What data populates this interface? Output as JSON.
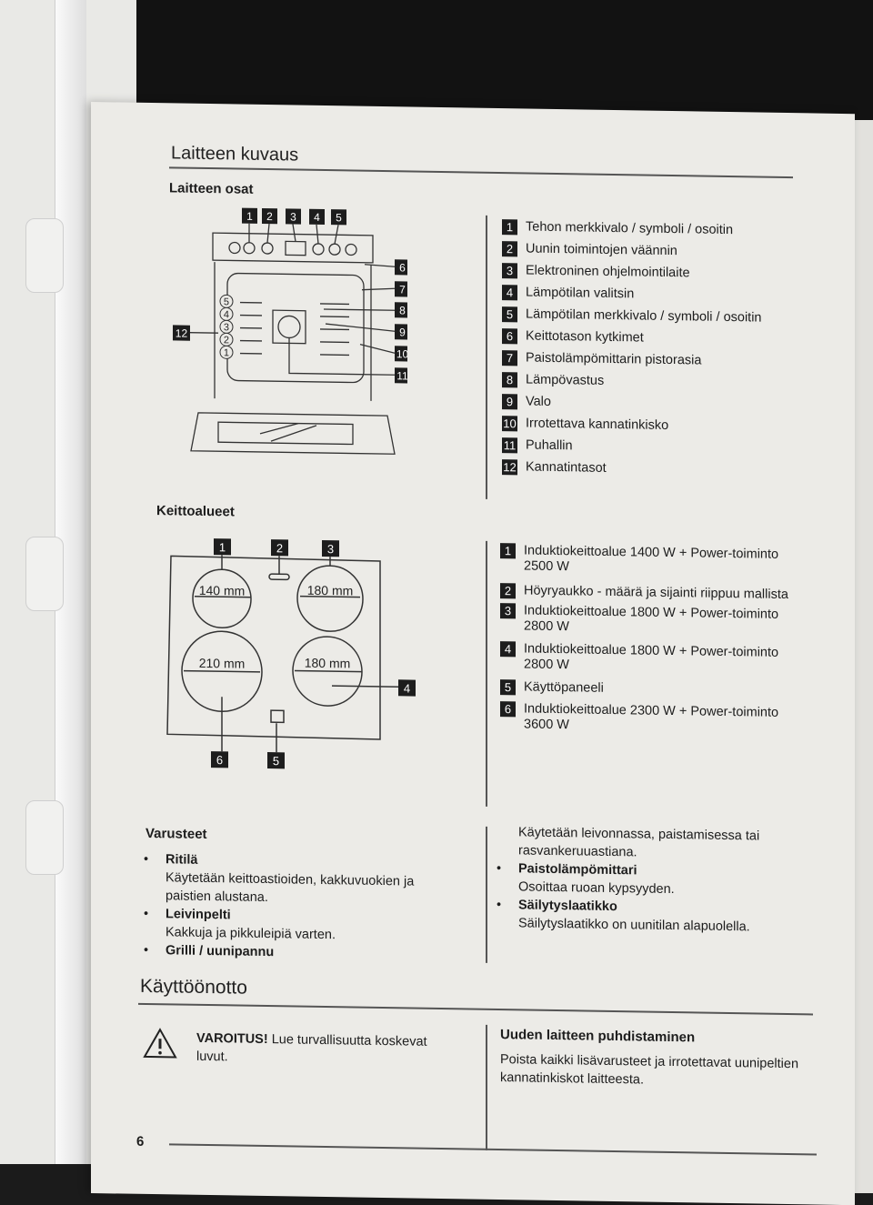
{
  "page_number": "6",
  "section_title": "Laitteen kuvaus",
  "parts": {
    "heading": "Laitteen osat",
    "diagram_markers": [
      "1",
      "2",
      "3",
      "4",
      "5",
      "6",
      "7",
      "8",
      "9",
      "10",
      "11",
      "12"
    ],
    "shelf_levels": [
      "5",
      "4",
      "3",
      "2",
      "1"
    ],
    "items": [
      {
        "num": "1",
        "text": "Tehon merkkivalo / symboli / osoitin"
      },
      {
        "num": "2",
        "text": "Uunin toimintojen väännin"
      },
      {
        "num": "3",
        "text": "Elektroninen ohjelmointilaite"
      },
      {
        "num": "4",
        "text": "Lämpötilan valitsin"
      },
      {
        "num": "5",
        "text": "Lämpötilan merkkivalo / symboli / osoitin"
      },
      {
        "num": "6",
        "text": "Keittotason kytkimet"
      },
      {
        "num": "7",
        "text": "Paistolämpömittarin pistorasia"
      },
      {
        "num": "8",
        "text": "Lämpövastus"
      },
      {
        "num": "9",
        "text": "Valo"
      },
      {
        "num": "10",
        "text": "Irrotettava kannatinkisko"
      },
      {
        "num": "11",
        "text": "Puhallin"
      },
      {
        "num": "12",
        "text": "Kannatintasot"
      }
    ]
  },
  "zones": {
    "heading": "Keittoalueet",
    "diagram_markers": [
      "1",
      "2",
      "3",
      "4",
      "5",
      "6"
    ],
    "zone_labels": [
      "140 mm",
      "180 mm",
      "210 mm",
      "180 mm"
    ],
    "items": [
      {
        "num": "1",
        "text": "Induktiokeittoalue 1400 W + Power-toiminto 2500 W"
      },
      {
        "num": "2",
        "text": "Höyryaukko - määrä ja sijainti riippuu mallista"
      },
      {
        "num": "3",
        "text": "Induktiokeittoalue 1800 W + Power-toiminto 2800 W"
      },
      {
        "num": "4",
        "text": "Induktiokeittoalue 1800 W + Power-toiminto 2800 W"
      },
      {
        "num": "5",
        "text": "Käyttöpaneeli"
      },
      {
        "num": "6",
        "text": "Induktiokeittoalue 2300 W + Power-toiminto 3600 W"
      }
    ]
  },
  "accessories": {
    "heading": "Varusteet",
    "items": [
      {
        "title": "Ritilä",
        "desc": "Käytetään keittoastioiden, kakkuvuokien ja paistien alustana."
      },
      {
        "title": "Leivinpelti",
        "desc": "Kakkuja ja pikkuleipiä varten."
      },
      {
        "title": "Grilli / uunipannu",
        "desc": "Käytetään leivonnassa, paistamisessa tai rasvankeruuastiana."
      },
      {
        "title": "Paistolämpömittari",
        "desc": "Osoittaa ruoan kypsyyden."
      },
      {
        "title": "Säilytyslaatikko",
        "desc": "Säilytyslaatikko on uunitilan alapuolella."
      }
    ]
  },
  "startup": {
    "title": "Käyttöönotto",
    "warning_bold": "VAROITUS!",
    "warning_text": " Lue turvallisuutta koskevat luvut.",
    "cleaning_heading": "Uuden laitteen puhdistaminen",
    "cleaning_text": "Poista kaikki lisävarusteet ja irrotettavat uunipeltien kannatinkiskot laitteesta."
  }
}
